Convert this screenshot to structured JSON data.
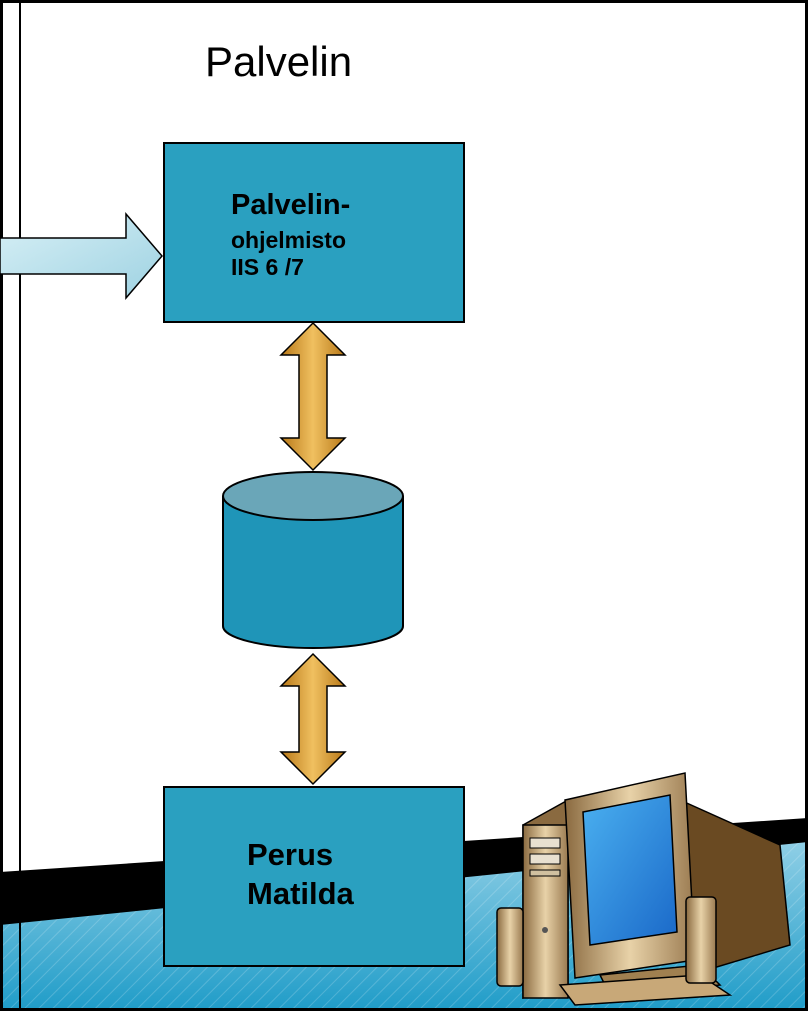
{
  "server_frame": {
    "title": "Palvelin"
  },
  "server_software_box": {
    "line1": "Palvelin-",
    "line2": "ohjelmisto",
    "line3": "IIS 6 /7"
  },
  "database": {
    "icon": "database-icon"
  },
  "client_box": {
    "line1": "Perus",
    "line2": "Matilda"
  },
  "computer": {
    "icon": "desktop-computer-icon"
  },
  "colors": {
    "box_fill": "#2aa0c0",
    "arrow_fill": "#d8a040",
    "incoming_arrow_fill": "#bfe4ee",
    "db_top": "#6fa8b8",
    "db_body": "#1a8fb0"
  }
}
